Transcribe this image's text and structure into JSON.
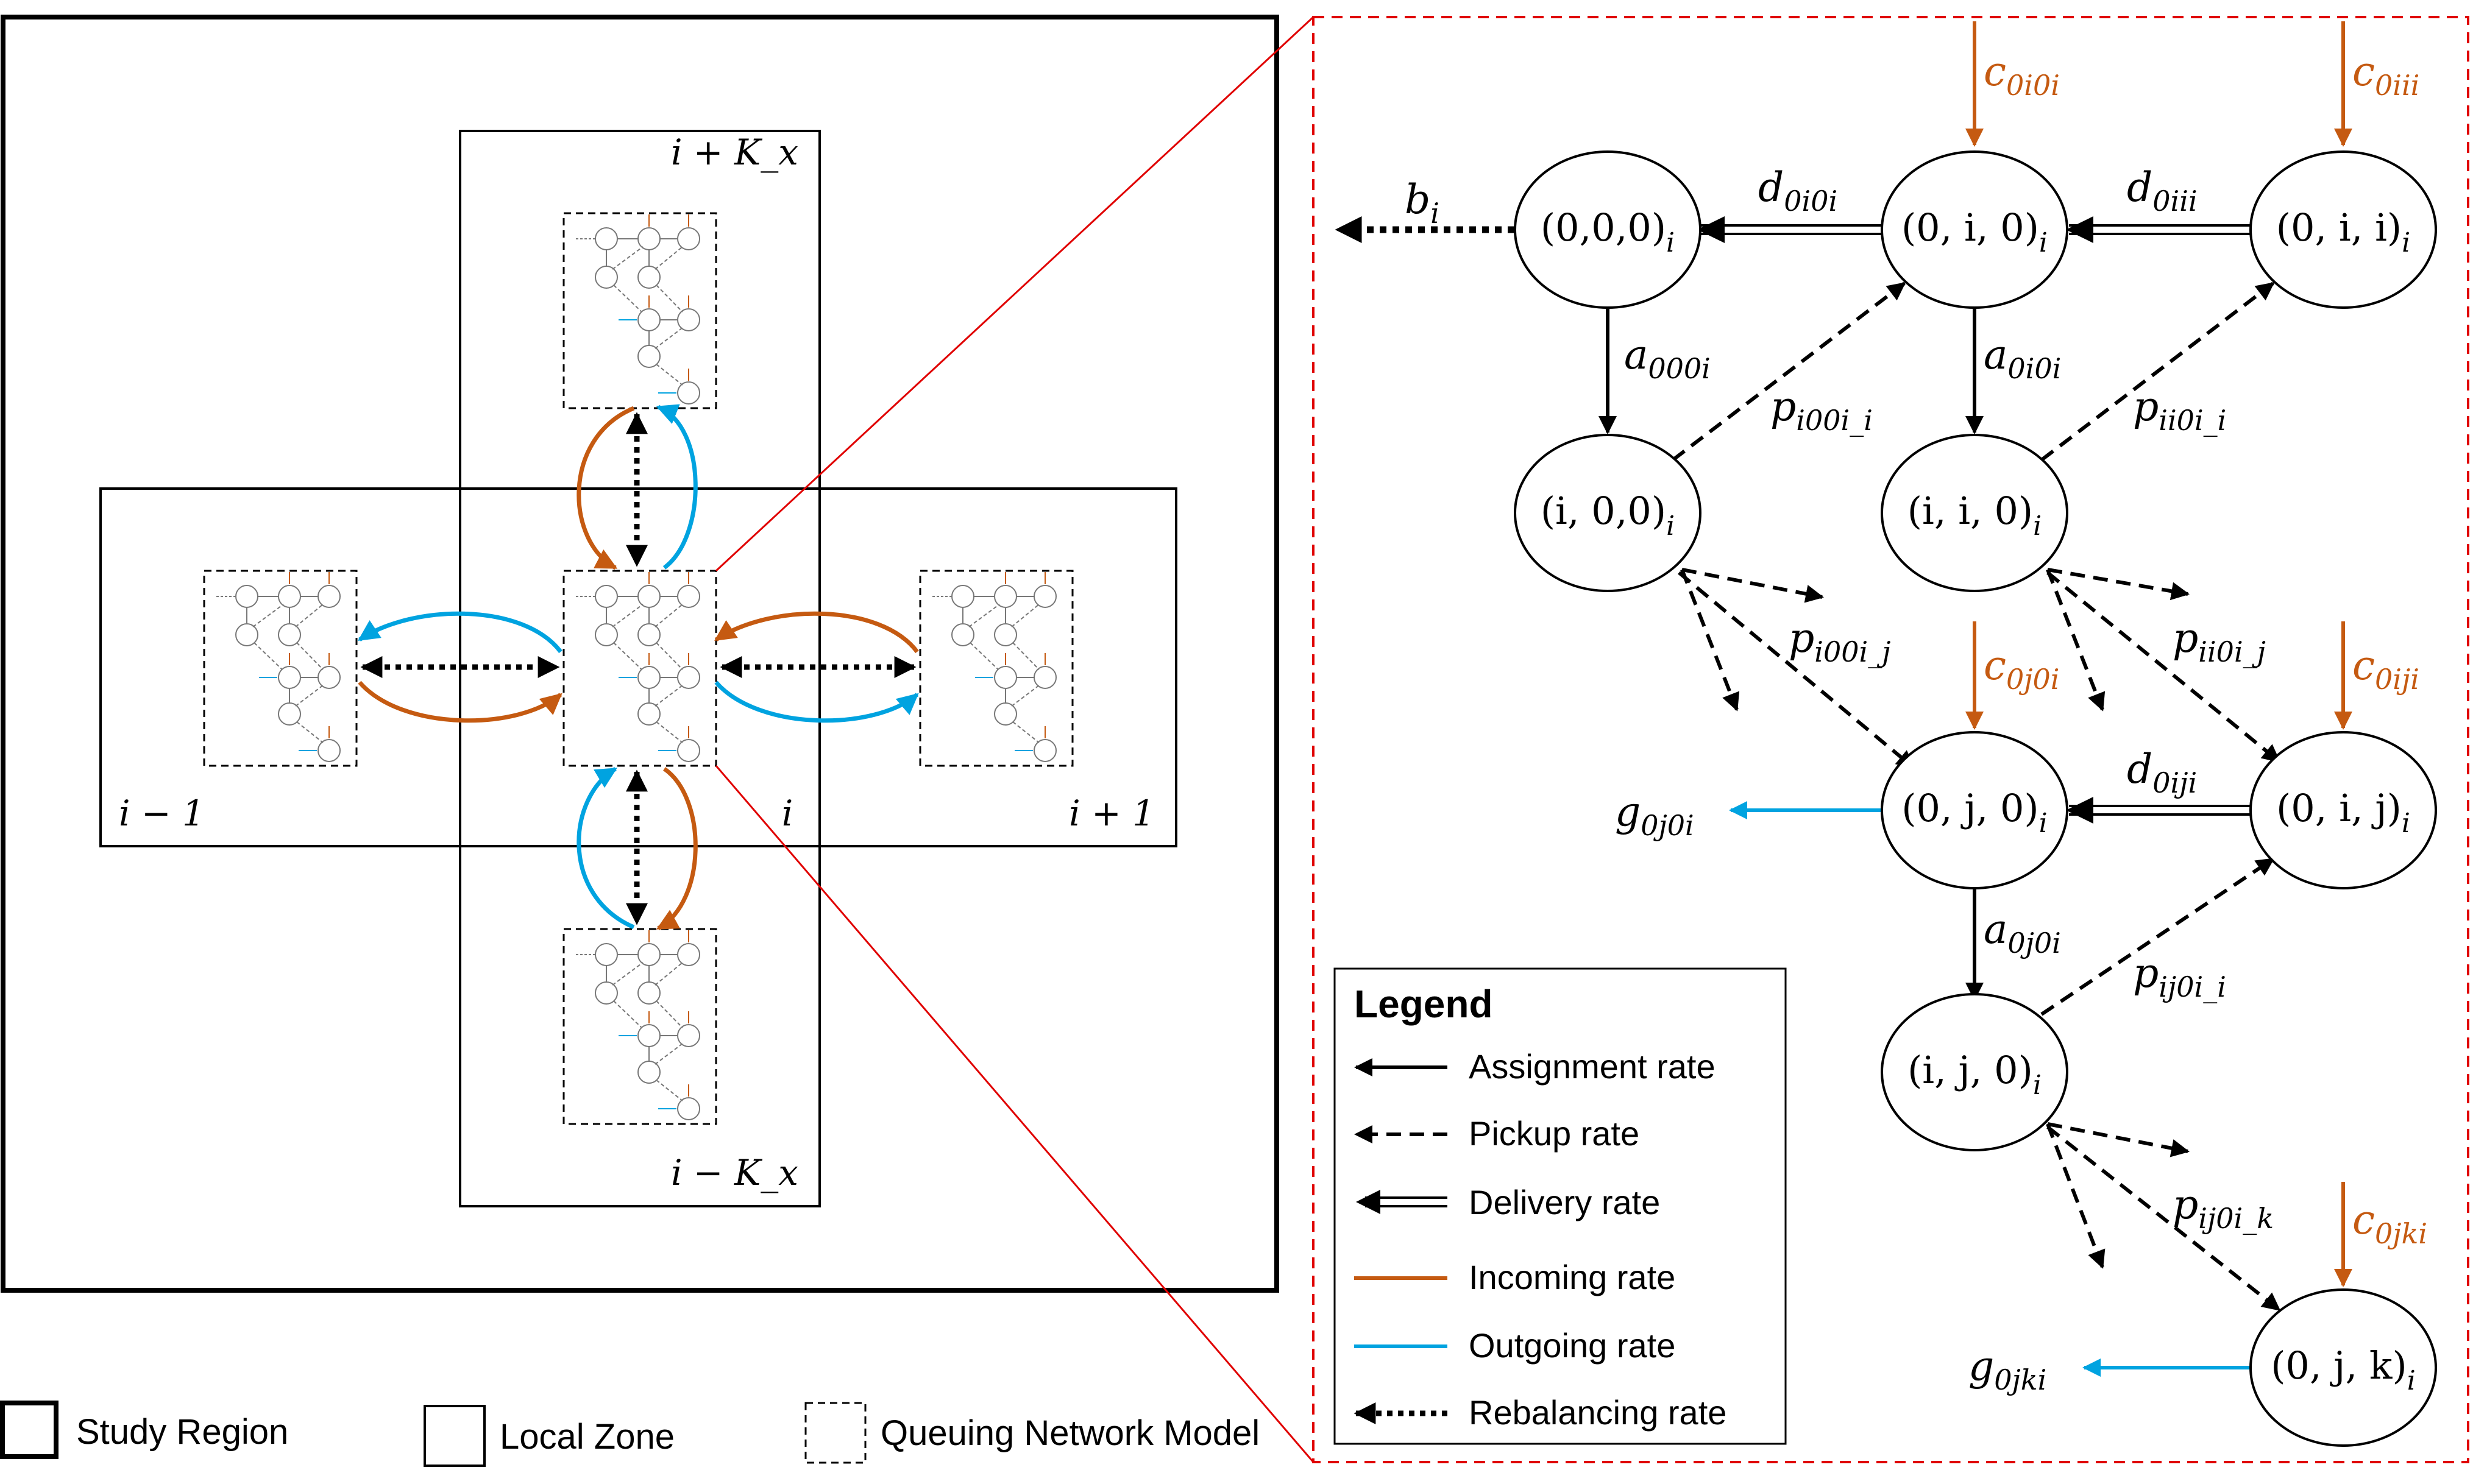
{
  "colors": {
    "incoming": "#C55A11",
    "outgoing": "#00A3E0",
    "highlight": "#E00000",
    "ink": "#000000"
  },
  "region": {
    "zones": {
      "top": "i + K_x",
      "left": "i − 1",
      "center": "i",
      "right": "i + 1",
      "bottom": "i − K_x"
    }
  },
  "bottom_legend": {
    "study_region": "Study Region",
    "local_zone": "Local Zone",
    "queuing_model": "Queuing Network Model"
  },
  "network": {
    "nodes": [
      {
        "id": "n000",
        "label": "(0,0,0)",
        "sub": "i"
      },
      {
        "id": "n0i0",
        "label": "(0, i, 0)",
        "sub": "i"
      },
      {
        "id": "n0ii",
        "label": "(0, i, i)",
        "sub": "i"
      },
      {
        "id": "ni00",
        "label": "(i, 0,0)",
        "sub": "i"
      },
      {
        "id": "nii0",
        "label": "(i, i, 0)",
        "sub": "i"
      },
      {
        "id": "n0j0",
        "label": "(0, j, 0)",
        "sub": "i"
      },
      {
        "id": "n0ij",
        "label": "(0, i, j)",
        "sub": "i"
      },
      {
        "id": "nij0",
        "label": "(i, j, 0)",
        "sub": "i"
      },
      {
        "id": "n0jk",
        "label": "(0, j, k)",
        "sub": "i"
      }
    ],
    "rates": {
      "b_i": {
        "base": "b",
        "sub": "i"
      },
      "d_0i0i": {
        "base": "d",
        "sub": "0i0i"
      },
      "d_0iii": {
        "base": "d",
        "sub": "0iii"
      },
      "d_0iji": {
        "base": "d",
        "sub": "0iji"
      },
      "c_0i0i": {
        "base": "c",
        "sub": "0i0i"
      },
      "c_0iii": {
        "base": "c",
        "sub": "0iii"
      },
      "c_0j0i": {
        "base": "c",
        "sub": "0j0i"
      },
      "c_0iji": {
        "base": "c",
        "sub": "0iji"
      },
      "c_0jki": {
        "base": "c",
        "sub": "0jki"
      },
      "a_000i": {
        "base": "a",
        "sub": "000i"
      },
      "a_0i0i": {
        "base": "a",
        "sub": "0i0i"
      },
      "a_0j0i": {
        "base": "a",
        "sub": "0j0i"
      },
      "p_i00i_i": {
        "base": "p",
        "sub": "i00i_i"
      },
      "p_ii0i_i": {
        "base": "p",
        "sub": "ii0i_i"
      },
      "p_i00i_j": {
        "base": "p",
        "sub": "i00i_j"
      },
      "p_ii0i_j": {
        "base": "p",
        "sub": "ii0i_j"
      },
      "p_ij0i_i": {
        "base": "p",
        "sub": "ij0i_i"
      },
      "p_ij0i_k": {
        "base": "p",
        "sub": "ij0i_k"
      },
      "g_0j0i": {
        "base": "g",
        "sub": "0j0i"
      },
      "g_0jki": {
        "base": "g",
        "sub": "0jki"
      }
    }
  },
  "legend": {
    "title": "Legend",
    "items": [
      {
        "key": "assignment",
        "label": "Assignment rate"
      },
      {
        "key": "pickup",
        "label": "Pickup rate"
      },
      {
        "key": "delivery",
        "label": "Delivery rate"
      },
      {
        "key": "incoming",
        "label": "Incoming rate"
      },
      {
        "key": "outgoing",
        "label": "Outgoing rate"
      },
      {
        "key": "rebalancing",
        "label": "Rebalancing rate"
      }
    ]
  }
}
